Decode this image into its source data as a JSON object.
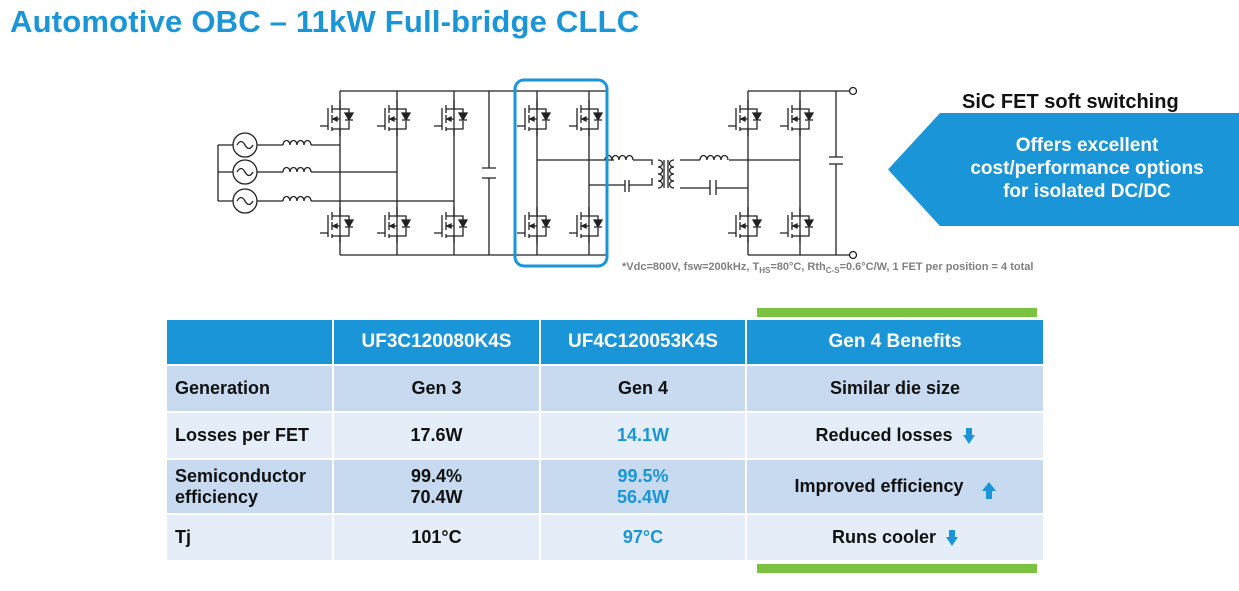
{
  "title": "Automotive OBC – 11kW Full-bridge CLLC",
  "footnote": {
    "part1": "*Vdc=800V, ",
    "part2": "fsw=200kHz, T",
    "sub1": "HS",
    "part3": "=80°C, Rth",
    "sub2": "C-S",
    "part4": "=0.6°C/W, 1 FET per position = 4 total"
  },
  "callout": {
    "title": "SiC FET soft switching",
    "text_line1": "Offers excellent",
    "text_line2": "cost/performance options",
    "text_line3": "for isolated DC/DC"
  },
  "table": {
    "headers": [
      "",
      "UF3C120080K4S",
      "UF4C120053K4S",
      "Gen 4 Benefits"
    ],
    "rows": [
      {
        "label": "Generation",
        "gen3": "Gen 3",
        "gen4": "Gen 4",
        "benefit": "Similar die size"
      },
      {
        "label": "Losses per FET",
        "gen3": "17.6W",
        "gen4": "14.1W",
        "benefit": "Reduced losses"
      },
      {
        "label_line1": "Semiconductor",
        "label_line2": "efficiency",
        "gen3_line1": "99.4%",
        "gen3_line2": "70.4W",
        "gen4_line1": "99.5%",
        "gen4_line2": "56.4W",
        "benefit": "Improved efficiency"
      },
      {
        "label": "Tj",
        "gen3": "101°C",
        "gen4": "97°C",
        "benefit": "Runs cooler"
      }
    ]
  },
  "colors": {
    "accent": "#1a96d8",
    "green": "#7bc142",
    "row_dark": "#c7daf0",
    "row_light": "#e4edf8"
  },
  "icons": {
    "down_arrow": "arrow-down-icon",
    "up_arrow": "arrow-up-icon"
  }
}
